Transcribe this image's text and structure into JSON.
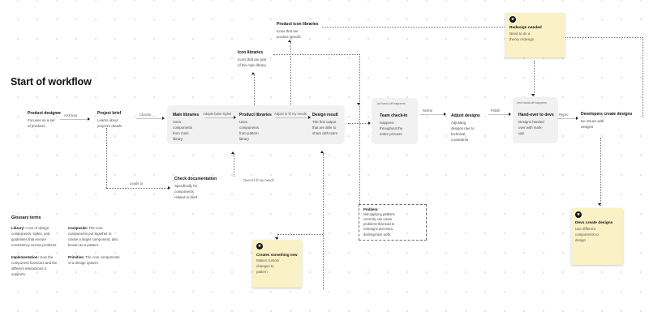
{
  "title": "Start of workflow",
  "icons": {
    "stamp_glyph": "✱"
  },
  "colors": {
    "sticky_yellow": "#FAF1C6",
    "frame_gray": "#F1F1F2",
    "stamp_black": "#141414",
    "dot_grid": "#D8D8D8"
  },
  "nodes": {
    "product_designer": {
      "title": "Product designer",
      "body": "Focuses on a set of products"
    },
    "project_brief": {
      "title": "Project brief",
      "body": "Learns about project's details"
    },
    "main_libraries": {
      "title": "Main libraries",
      "body": "Uses components from main library"
    },
    "product_libraries": {
      "title": "Product libraries",
      "body": "Uses components from pattern library"
    },
    "design_result": {
      "title": "Design result",
      "body": "The first output that are able to share with team"
    },
    "team_checkin": {
      "title": "Team check-in",
      "body": "Happens throughout the entire process"
    },
    "adjust_designs": {
      "title": "Adjust designs",
      "body": "Adjusting designs due to technical constraints"
    },
    "handover": {
      "title": "Hand-over to devs",
      "body": "Designs handed over with mark-ups"
    },
    "developers": {
      "title": "Developers create designs",
      "body": "No issues with designs"
    },
    "icon_libraries": {
      "title": "Icon libraries",
      "body": "Icons that are part of the main library"
    },
    "product_icon_libraries": {
      "title": "Product icon libraries",
      "body": "Icons that are product specific"
    },
    "check_documentation": {
      "title": "Check documentation",
      "body": "Specifically for components related to brief"
    }
  },
  "labels": {
    "archives": "Archives",
    "checks": "Checks",
    "adapts": "Adapts base styles",
    "adjust_fit": "Adjust to fit my needs",
    "refine": "Refine",
    "polish": "Polish",
    "repro": "Repro",
    "leads_to": "Leads to",
    "handoff1": "1st hand-off happens",
    "handoff2": "2nd hand-off happens",
    "doesnt_fit": "Doesn't fit my needs"
  },
  "stickies": {
    "redesign": {
      "title": "Redesign needed",
      "body": "Need to do a theory redesign"
    },
    "creates_new": {
      "title": "Creates something new",
      "body": "Makes custom changes to pattern"
    },
    "devs_create": {
      "title": "Devs create designs",
      "body": "Use different components to design"
    }
  },
  "problem": {
    "title": "Problem:",
    "body": "Not applying patterns correctly can cause problems that lead to redesigns and extra development work."
  },
  "glossary": {
    "heading": "Glossary terms",
    "items": [
      {
        "term": "Library:",
        "definition": "A set of design components, styles, and guidelines that ensure consistency across products."
      },
      {
        "term": "Composite:",
        "definition": "The core components put together to create a larger component, also known as a pattern."
      },
      {
        "term": "Implementation:",
        "definition": "How the component functions and the different interactions it supports."
      },
      {
        "term": "Primitive:",
        "definition": "The core components of a design system."
      }
    ]
  }
}
